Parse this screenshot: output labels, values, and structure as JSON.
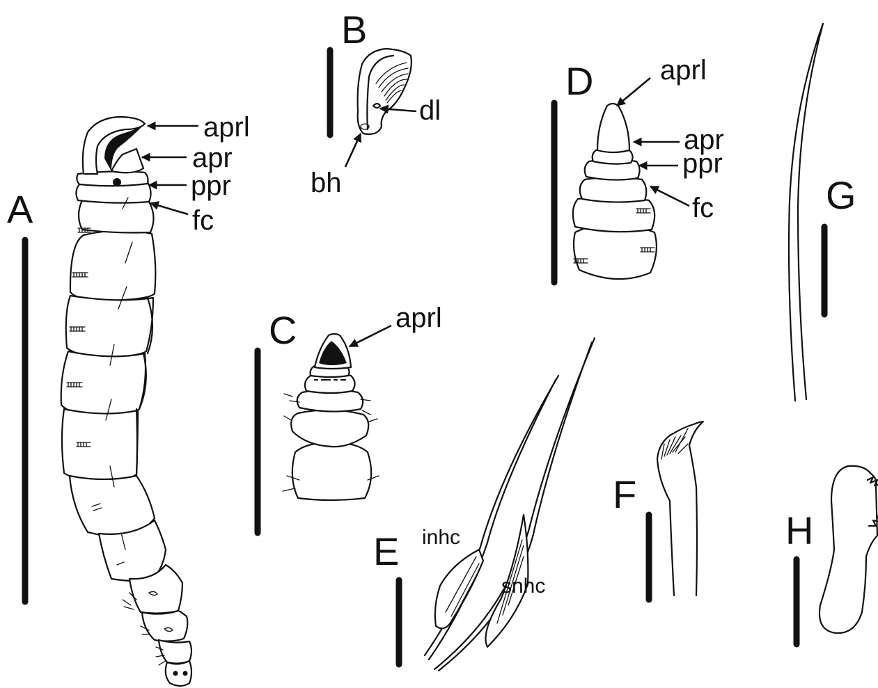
{
  "figure": {
    "panels": {
      "A": {
        "letter": "A",
        "labels": {
          "aprl": "aprl",
          "apr": "apr",
          "ppr": "ppr",
          "fc": "fc"
        }
      },
      "B": {
        "letter": "B",
        "labels": {
          "dl": "dl",
          "bh": "bh"
        }
      },
      "C": {
        "letter": "C",
        "labels": {
          "aprl": "aprl"
        }
      },
      "D": {
        "letter": "D",
        "labels": {
          "aprl": "aprl",
          "apr": "apr",
          "ppr": "ppr",
          "fc": "fc"
        }
      },
      "E": {
        "letter": "E",
        "labels": {
          "inhc": "inhc",
          "snhc": "snhc"
        }
      },
      "F": {
        "letter": "F"
      },
      "G": {
        "letter": "G"
      },
      "H": {
        "letter": "H"
      }
    },
    "colors": {
      "ink": "#111111",
      "background": "#ffffff"
    }
  }
}
